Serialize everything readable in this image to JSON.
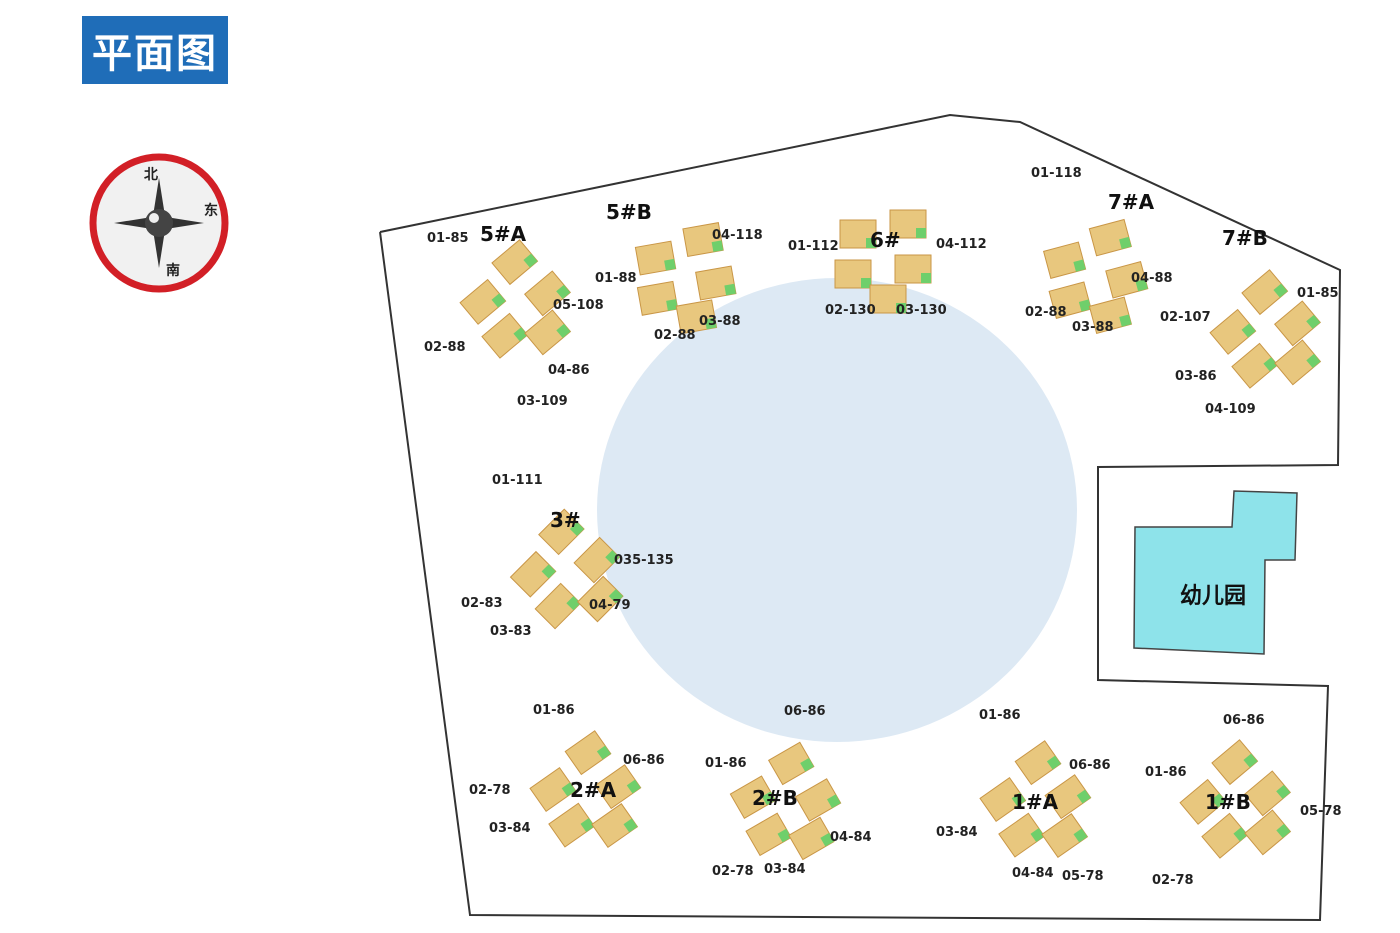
{
  "title": "平面图",
  "compass": {
    "north": "北",
    "east": "东",
    "south": "南",
    "icon": "compass-icon"
  },
  "kindergarten": {
    "label": "幼儿园",
    "color": "#8ee3ea"
  },
  "colors": {
    "lake": "#dde9f4",
    "unit": "#e8c77e",
    "unit_dark": "#c99646",
    "balcony": "#6fcf6b",
    "boundary": "#333333"
  },
  "buildings": [
    {
      "id": "5#A",
      "label": "5#A",
      "units": [
        "01-85",
        "05-108",
        "02-88",
        "04-86",
        "03-109"
      ]
    },
    {
      "id": "5#B",
      "label": "5#B",
      "units": [
        "04-118",
        "01-88",
        "02-88",
        "03-88"
      ]
    },
    {
      "id": "6#",
      "label": "6#",
      "units": [
        "01-112",
        "04-112",
        "02-130",
        "03-130"
      ]
    },
    {
      "id": "7#A",
      "label": "7#A",
      "units": [
        "01-118",
        "04-88",
        "02-88",
        "03-88"
      ]
    },
    {
      "id": "7#B",
      "label": "7#B",
      "units": [
        "01-85",
        "02-107",
        "03-86",
        "04-109"
      ]
    },
    {
      "id": "3#",
      "label": "3#",
      "units": [
        "01-111",
        "035-135",
        "02-83",
        "04-79",
        "03-83"
      ]
    },
    {
      "id": "2#A",
      "label": "2#A",
      "units": [
        "01-86",
        "06-86",
        "02-78",
        "03-84"
      ]
    },
    {
      "id": "2#B",
      "label": "2#B",
      "units": [
        "06-86",
        "01-86",
        "04-84",
        "02-78",
        "03-84"
      ]
    },
    {
      "id": "1#A",
      "label": "1#A",
      "units": [
        "01-86",
        "06-86",
        "03-84",
        "04-84",
        "05-78"
      ]
    },
    {
      "id": "1#B",
      "label": "1#B",
      "units": [
        "06-86",
        "01-86",
        "05-78",
        "02-78"
      ]
    }
  ]
}
